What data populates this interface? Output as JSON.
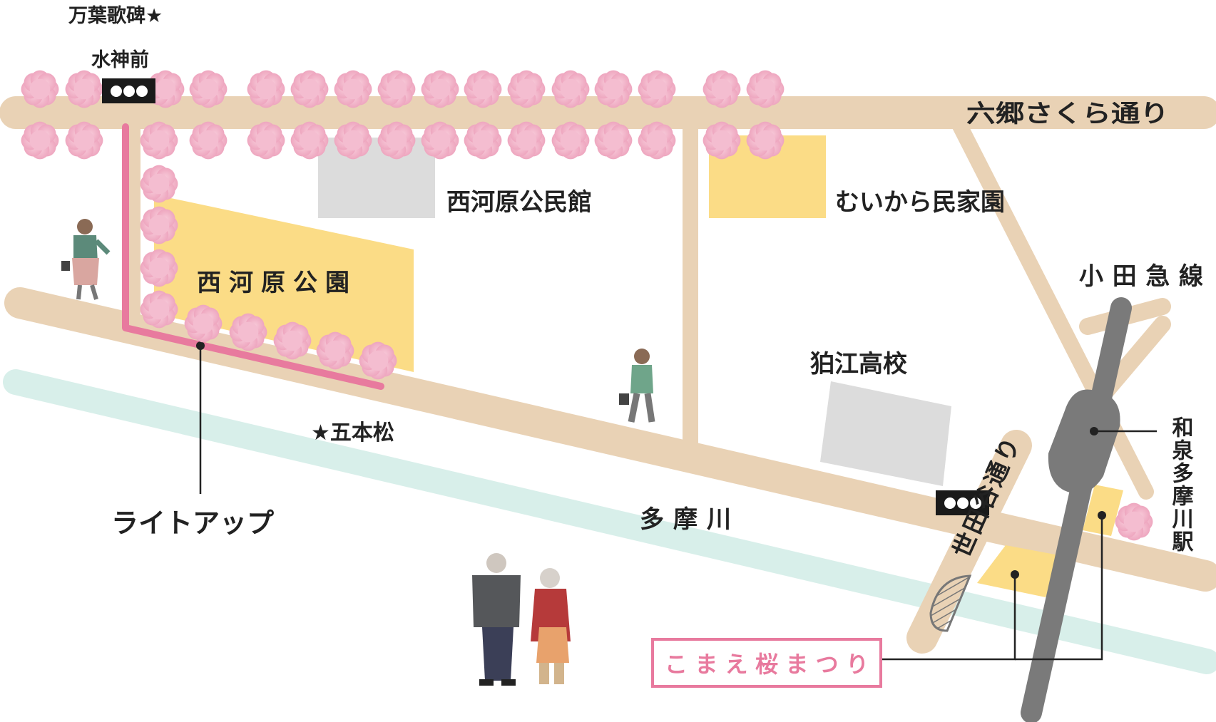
{
  "colors": {
    "road": "#e9d2b5",
    "river": "#d8efea",
    "park": "#fbdc86",
    "building": "#dcdcdc",
    "railway": "#7a7a7a",
    "lightup_route": "#e87a9e",
    "sakura": "#f2b6cb",
    "festival_text": "#e87a9e",
    "festival_border": "#e87a9e",
    "label": "#222222",
    "signal": "#1a1a1a"
  },
  "labels": {
    "manyo_kahi": "万葉歌碑★",
    "suijinmae": "水神前",
    "rokugo_sakura_dori": "六郷さくら通り",
    "nishikawara_kominkan": "西河原公民館",
    "muikara_minkaen": "むいから民家園",
    "nishikawara_koen": "西河原公園",
    "odakyu_sen": "小田急線",
    "komae_koko": "狛江高校",
    "gohonmatsu": "★五本松",
    "lightup": "ライトアップ",
    "tamagawa": "多摩川",
    "setagaya_dori": "世田谷通り",
    "izumi_tamagawa_station": "和泉多摩川駅",
    "festival": "こまえ桜まつり"
  },
  "icons": {
    "traffic_signal": "traffic-signal-icon",
    "sakura_tree": "sakura-tree-icon",
    "pedestrian": "pedestrian-icon",
    "bridge": "bridge-icon"
  }
}
